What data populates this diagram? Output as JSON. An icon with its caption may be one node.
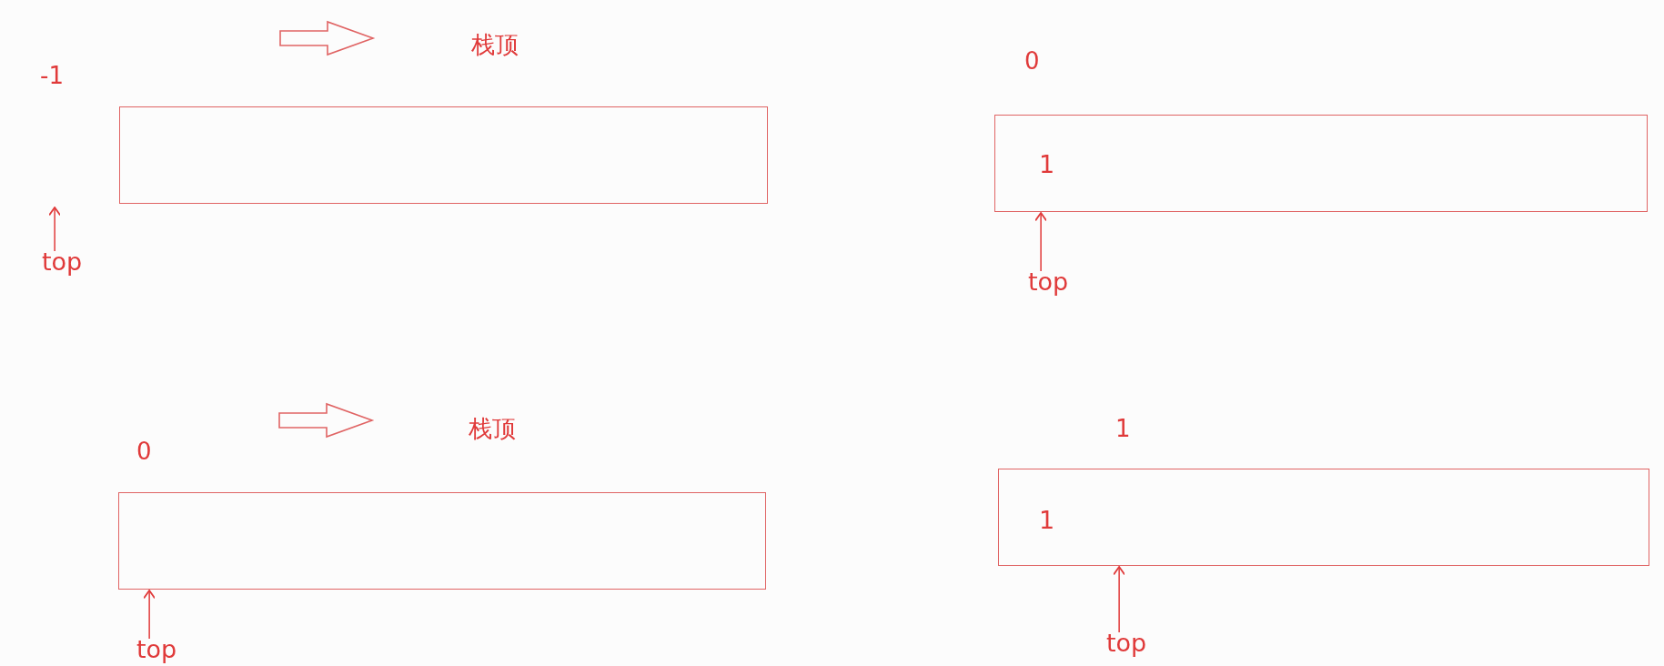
{
  "diagram": {
    "nodes": [
      {
        "text": [],
        "shape": "box"
      },
      {
        "text": [
          "1"
        ]
      },
      {
        "text": [
          "top"
        ]
      },
      {
        "text": [
          "top"
        ]
      },
      {
        "text": [],
        "shape": "box"
      },
      {
        "text": [
          "1"
        ]
      },
      {
        "text": [
          "top"
        ]
      },
      {
        "text": [
          "top"
        ]
      }
    ],
    "edges": [
      {
        "from": 2,
        "to": null,
        "arrow": "to"
      },
      {
        "from": 3,
        "to": 1,
        "arrow": "to"
      },
      {
        "from": 6,
        "to": 4,
        "arrow": "to"
      },
      {
        "from": 7,
        "to": 5,
        "arrow": "to"
      }
    ],
    "labels": [
      "栈顶",
      "-1",
      "0",
      "栈顶",
      "0",
      "1"
    ]
  }
}
